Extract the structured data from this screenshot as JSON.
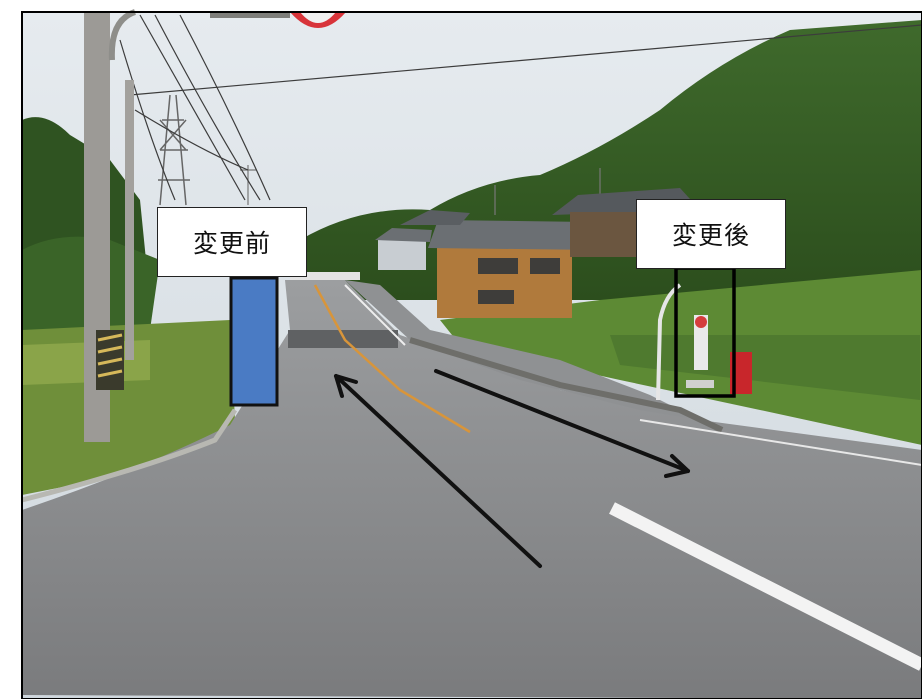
{
  "labels": {
    "before": "変更前",
    "after": "変更後"
  },
  "colors": {
    "before_marker_fill": "#4a7bc4",
    "after_marker_stroke": "#000000",
    "arrow": "#111111",
    "road_sign_red": "#d8343a"
  },
  "icons": {
    "arrow_in": "arrow-up-left",
    "arrow_out": "arrow-down-right"
  }
}
